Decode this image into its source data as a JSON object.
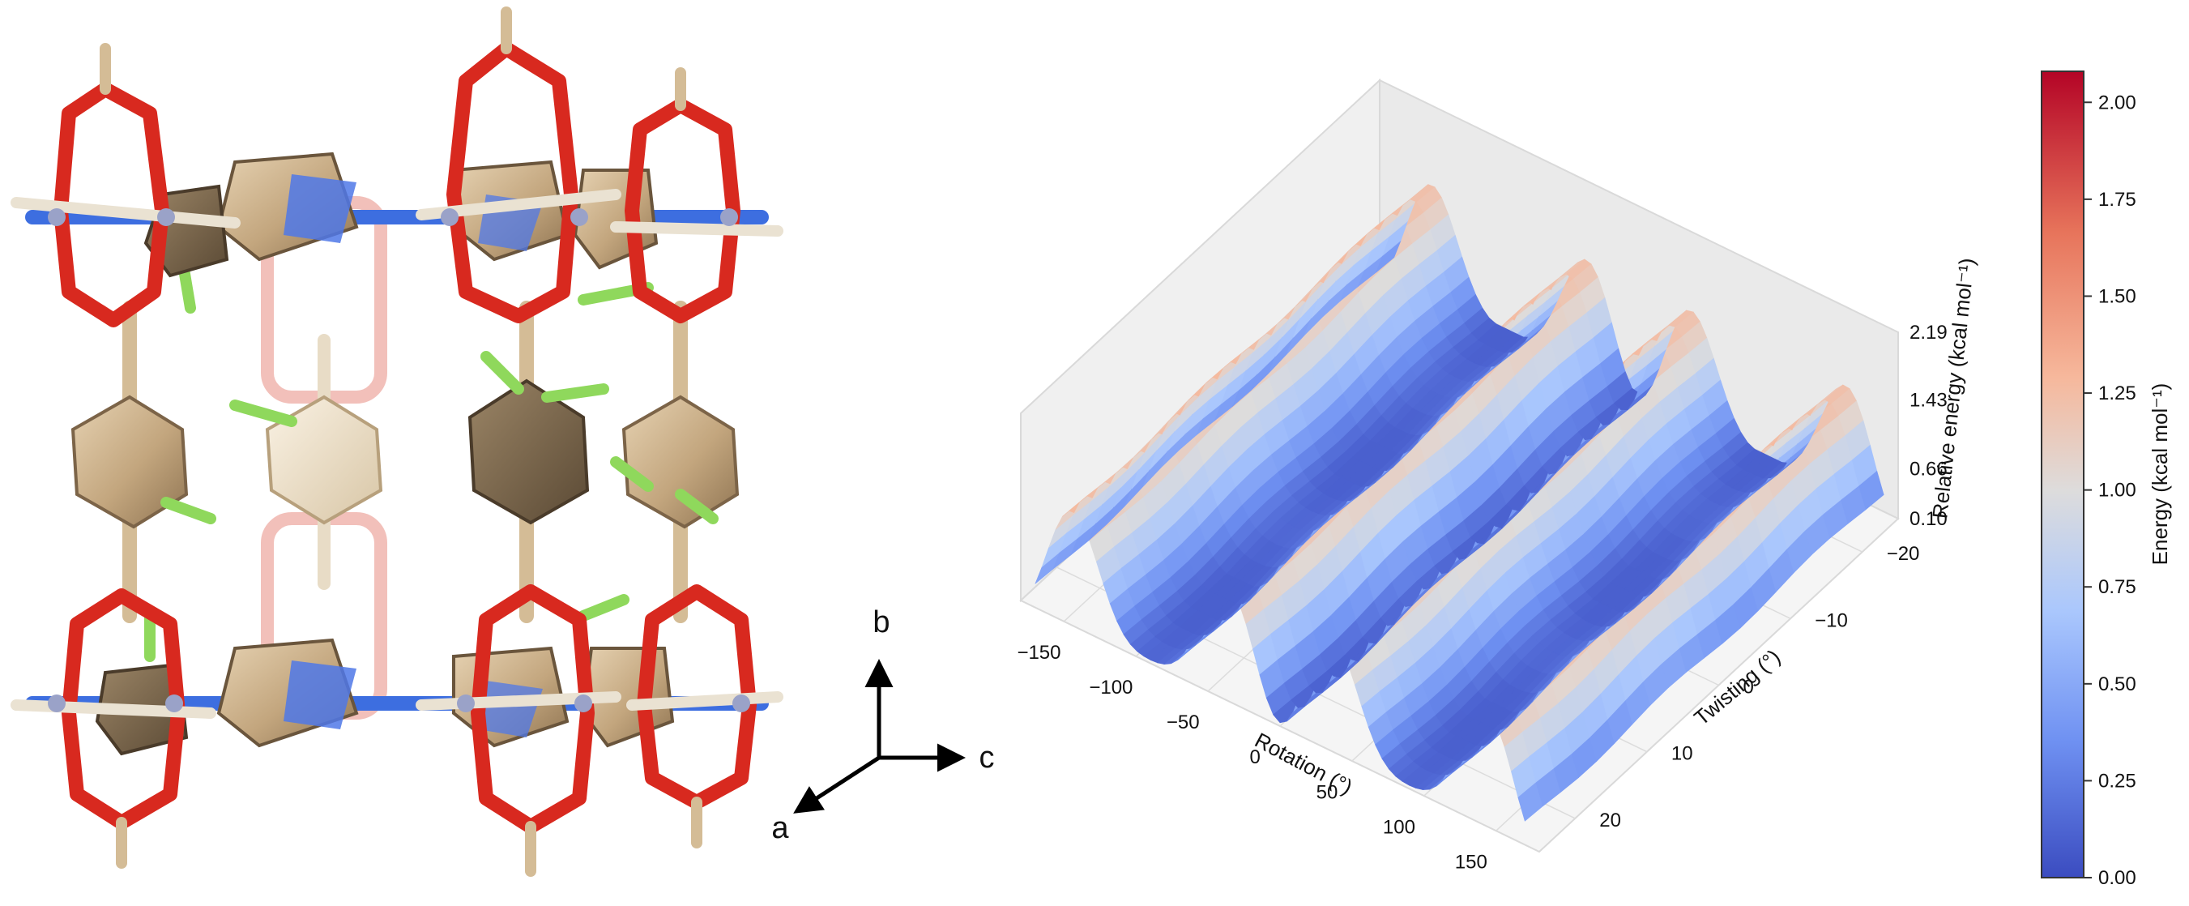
{
  "axis_triad": {
    "b": "b",
    "c": "c",
    "a": "a"
  },
  "chart_data": [
    {
      "type": "surface",
      "x": {
        "label": "Rotation (°)",
        "ticks": [
          -150,
          -100,
          -50,
          0,
          50,
          100,
          150
        ],
        "lim": [
          -180,
          180
        ]
      },
      "y": {
        "label": "Twisting (°)",
        "ticks": [
          -20,
          -10,
          0,
          10,
          20
        ],
        "lim": [
          -25,
          25
        ]
      },
      "z": {
        "label": "Relative energy (kcal mol⁻¹)",
        "ticks": [
          "0.10",
          "0.66",
          "1.43",
          "2.19"
        ],
        "lim": [
          0.1,
          2.19
        ]
      },
      "energy_model": "periodic double-well in rotation, ~2.0 kcal/mol maxima near -90°, 0° (low), +90°; minima near ±45°, ±135°; weak dependence on twisting",
      "grid": true,
      "colormap": "coolwarm"
    },
    {
      "type": "colorbar",
      "label": "Energy (kcal mol⁻¹)",
      "ticks": [
        "0.00",
        "0.25",
        "0.50",
        "0.75",
        "1.00",
        "1.25",
        "1.50",
        "1.75",
        "2.00"
      ],
      "lim": [
        0,
        2.08
      ],
      "colors": [
        "#3b4cc0",
        "#6f91f2",
        "#aac7fd",
        "#dddcdc",
        "#f6b89c",
        "#e7745b",
        "#b40426"
      ]
    }
  ]
}
